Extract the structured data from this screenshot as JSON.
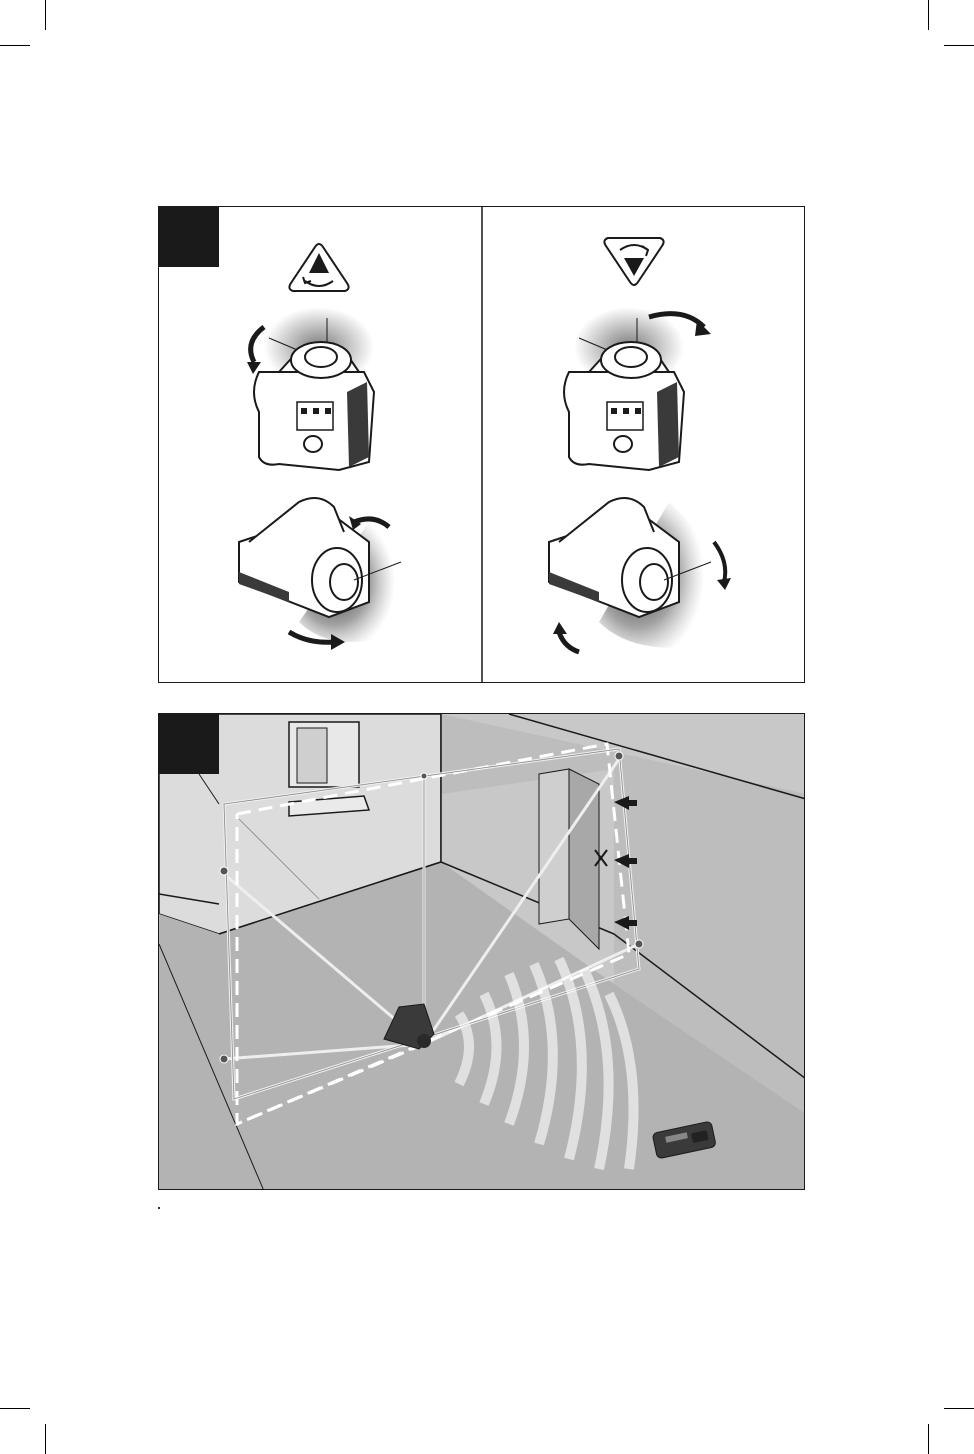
{
  "figures": [
    {
      "id": "top",
      "panels": [
        "rotate-counterclockwise",
        "rotate-clockwise"
      ]
    },
    {
      "id": "bottom",
      "scene": "room-with-laser-planes-and-remote"
    }
  ],
  "icons": [
    "rotate-ccw-icon",
    "rotate-cw-icon"
  ],
  "colors": {
    "ink": "#1a1a1a",
    "wall": "#d9d9d9",
    "floor": "#b9b9b9",
    "dark": "#3a3a3a"
  }
}
